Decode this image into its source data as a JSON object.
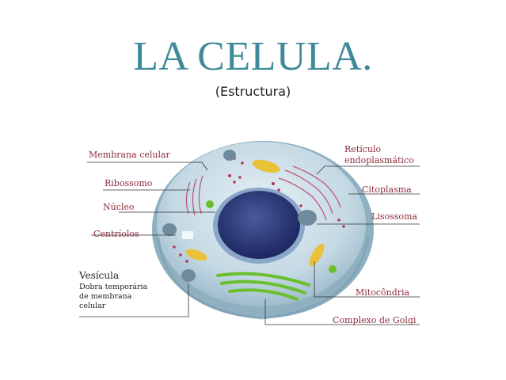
{
  "title": "LA CELULA.",
  "subtitle": "(Estructura)",
  "labels": {
    "membrana": "Membrana celular",
    "ribossomo": "Ribossomo",
    "nucleo": "Núcleo",
    "centriolos": "Centríolos",
    "vesicula": "Vesícula",
    "vesicula_desc_1": "Dobra temporária",
    "vesicula_desc_2": "de membrana",
    "vesicula_desc_3": "celular",
    "reticulo_1": "Retículo",
    "reticulo_2": "endoplasmático",
    "citoplasma": "Citoplasma",
    "lisossoma": "Lisossoma",
    "mitocondria": "Mitocôndria",
    "golgi": "Complexo de Golgi"
  },
  "colors": {
    "title": "#3f8a9a",
    "label": "#8b2a3a",
    "cell": "#bcd3df",
    "nucleus": "#2b3a7a"
  }
}
